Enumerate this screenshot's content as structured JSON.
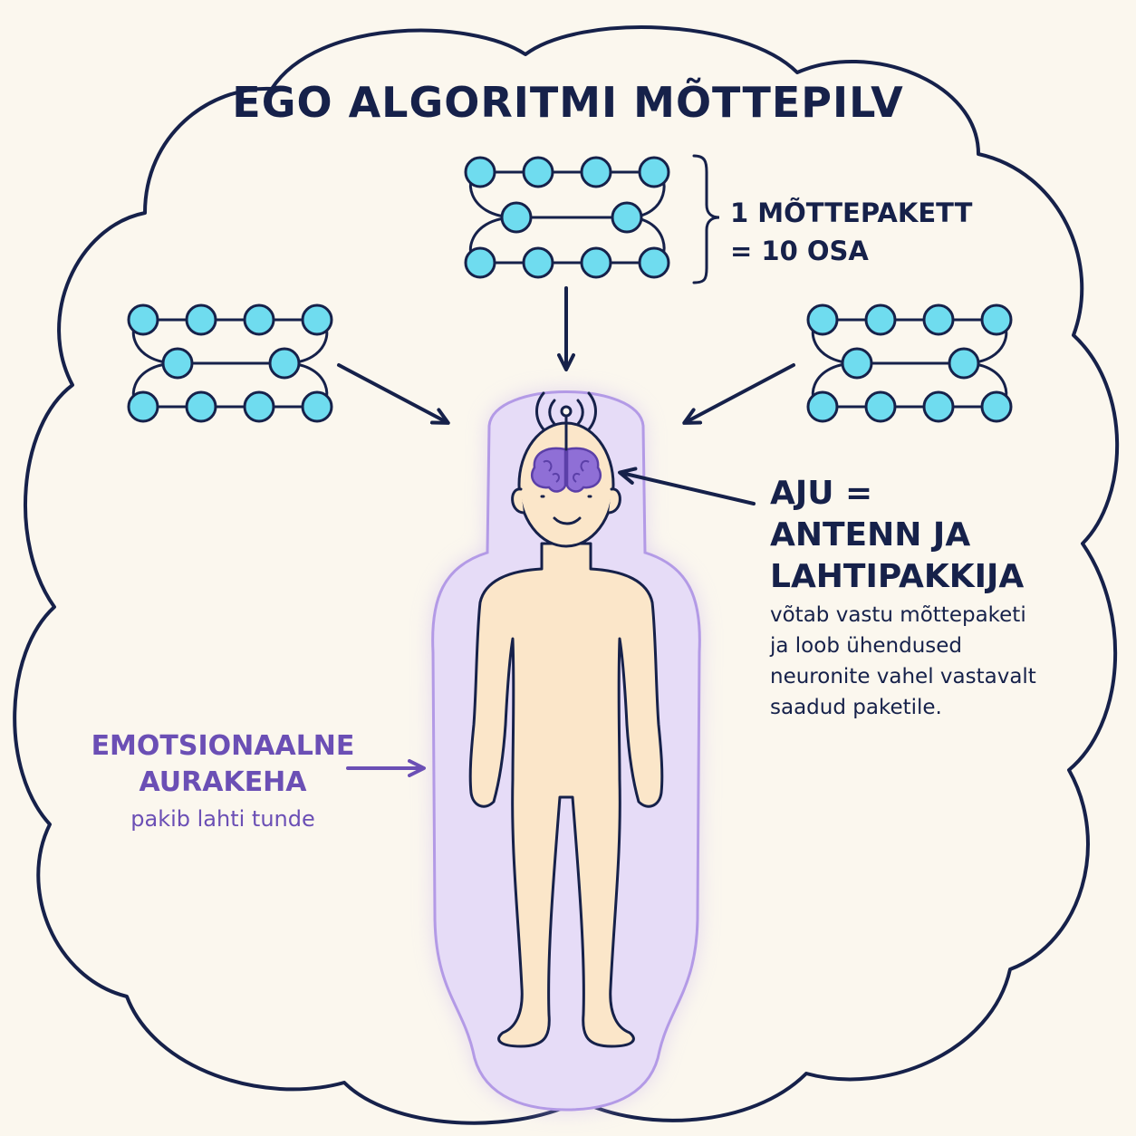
{
  "title": "EGO ALGORITMI MÕTTEPILV",
  "packet_note": {
    "line1": "1 MÕTTEPAKETT",
    "line2": "= 10 OSA"
  },
  "brain": {
    "heading_lines": [
      "AJU =",
      "ANTENN JA",
      "LAHTIPAKKIJA"
    ],
    "description_lines": [
      "võtab vastu mõttepaketi",
      "ja loob ühendused",
      "neuronite vahel vastavalt",
      "saadud paketile."
    ]
  },
  "aura": {
    "heading_lines": [
      "EMOTSIONAALNE",
      "AURAKEHA"
    ],
    "description": "pakib lahti tunde"
  },
  "thought_packet_parts": 10,
  "colors": {
    "outline": "#16214a",
    "node_fill": "#6fdcef",
    "aura": "#c9b6ef",
    "brain": "#8f6fd6",
    "skin": "#fbe6c9",
    "purple_text": "#6b4fb5",
    "background": "#fbf7ee"
  },
  "icons": [
    "thought-cloud-icon",
    "signal-antenna-icon",
    "brain-icon",
    "human-figure-icon"
  ]
}
